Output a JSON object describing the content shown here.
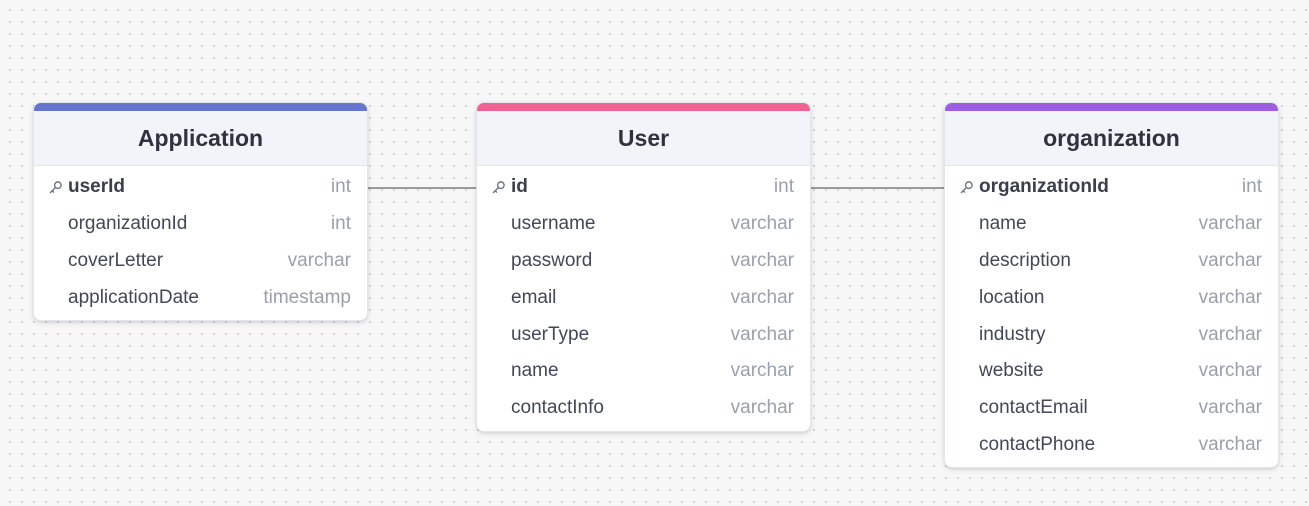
{
  "colors": {
    "background": "#f7f7f7",
    "connector": "#9a9a9a"
  },
  "tables": [
    {
      "name": "Application",
      "accent": "#6574cd",
      "columns": [
        {
          "name": "userId",
          "type": "int",
          "pk": true,
          "icon": "key-icon"
        },
        {
          "name": "organizationId",
          "type": "int",
          "pk": false
        },
        {
          "name": "coverLetter",
          "type": "varchar",
          "pk": false
        },
        {
          "name": "applicationDate",
          "type": "timestamp",
          "pk": false
        }
      ]
    },
    {
      "name": "User",
      "accent": "#f06292",
      "columns": [
        {
          "name": "id",
          "type": "int",
          "pk": true,
          "icon": "key-icon"
        },
        {
          "name": "username",
          "type": "varchar",
          "pk": false
        },
        {
          "name": "password",
          "type": "varchar",
          "pk": false
        },
        {
          "name": "email",
          "type": "varchar",
          "pk": false
        },
        {
          "name": "userType",
          "type": "varchar",
          "pk": false
        },
        {
          "name": "name",
          "type": "varchar",
          "pk": false
        },
        {
          "name": "contactInfo",
          "type": "varchar",
          "pk": false
        }
      ]
    },
    {
      "name": "organization",
      "accent": "#9c5de0",
      "columns": [
        {
          "name": "organizationId",
          "type": "int",
          "pk": true,
          "icon": "key-icon"
        },
        {
          "name": "name",
          "type": "varchar",
          "pk": false
        },
        {
          "name": "description",
          "type": "varchar",
          "pk": false
        },
        {
          "name": "location",
          "type": "varchar",
          "pk": false
        },
        {
          "name": "industry",
          "type": "varchar",
          "pk": false
        },
        {
          "name": "website",
          "type": "varchar",
          "pk": false
        },
        {
          "name": "contactEmail",
          "type": "varchar",
          "pk": false
        },
        {
          "name": "contactPhone",
          "type": "varchar",
          "pk": false
        }
      ]
    }
  ],
  "relationships": [
    {
      "from": "Application.userId",
      "to": "User.id"
    },
    {
      "from": "User.id",
      "to": "organization.organizationId"
    }
  ]
}
